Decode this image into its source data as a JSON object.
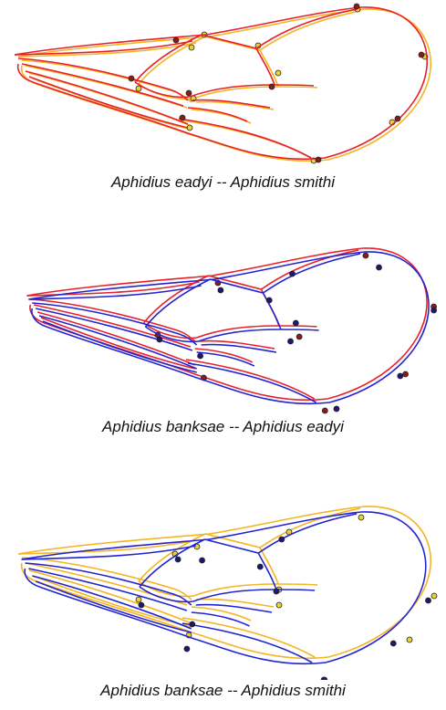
{
  "colors": {
    "red": "#e8202a",
    "yellow": "#f5b422",
    "blue": "#2323d2",
    "landmark_red": "#8b1a1a",
    "landmark_yellow": "#e8d23a",
    "landmark_blue": "#1a1a6e"
  },
  "panels": [
    {
      "caption": "Aphidius eadyi -- Aphidius smithi",
      "wings": [
        {
          "species": "Aphidius eadyi",
          "color": "red"
        },
        {
          "species": "Aphidius smithi",
          "color": "yellow"
        }
      ]
    },
    {
      "caption": "Aphidius banksae -- Aphidius eadyi",
      "wings": [
        {
          "species": "Aphidius eadyi",
          "color": "red"
        },
        {
          "species": "Aphidius banksae",
          "color": "blue"
        }
      ]
    },
    {
      "caption": "Aphidius banksae -- Aphidius smithi",
      "wings": [
        {
          "species": "Aphidius smithi",
          "color": "yellow"
        },
        {
          "species": "Aphidius banksae",
          "color": "blue"
        }
      ]
    }
  ]
}
